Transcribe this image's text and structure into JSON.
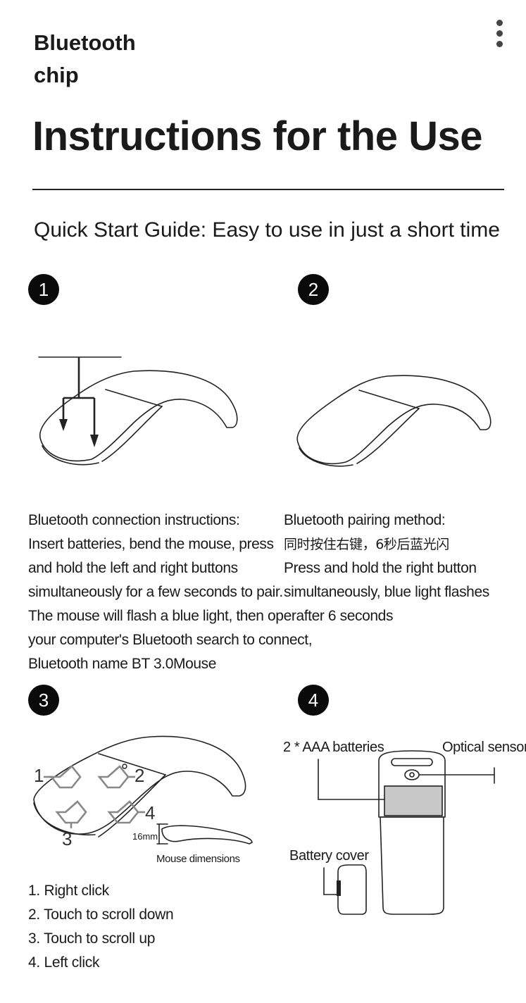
{
  "header": {
    "title": "Bluetooth\nchip"
  },
  "main_title": "Instructions for the Use",
  "subtitle": "Quick Start Guide: Easy to use in just a short time",
  "steps": [
    {
      "number": "1"
    },
    {
      "number": "2"
    },
    {
      "number": "3"
    },
    {
      "number": "4"
    }
  ],
  "step1_text": [
    "Bluetooth connection instructions:",
    "Insert batteries, bend the mouse, press",
    "and hold the left and right buttons",
    "simultaneously for a few seconds to pair.",
    "The mouse will flash a blue light, then operafter 6 seconds",
    "your computer's Bluetooth search to connect,",
    "Bluetooth name BT 3.0Mouse"
  ],
  "step2_text": [
    "Bluetooth pairing method:",
    "同时按住右键，6秒后蓝光闪",
    "Press and hold the right button",
    "simultaneously, blue light flashes"
  ],
  "step3": {
    "numbers": [
      "1",
      "2",
      "3",
      "4"
    ],
    "dimension": "16mm",
    "caption": "Mouse dimensions",
    "legend": [
      "1. Right click",
      "2. Touch to scroll down",
      "3. Touch to scroll up",
      "4. Left click"
    ]
  },
  "step4": {
    "batteries_label": "2 * AAA batteries",
    "sensor_label": "Optical sensor",
    "cover_label": "Battery cover"
  }
}
